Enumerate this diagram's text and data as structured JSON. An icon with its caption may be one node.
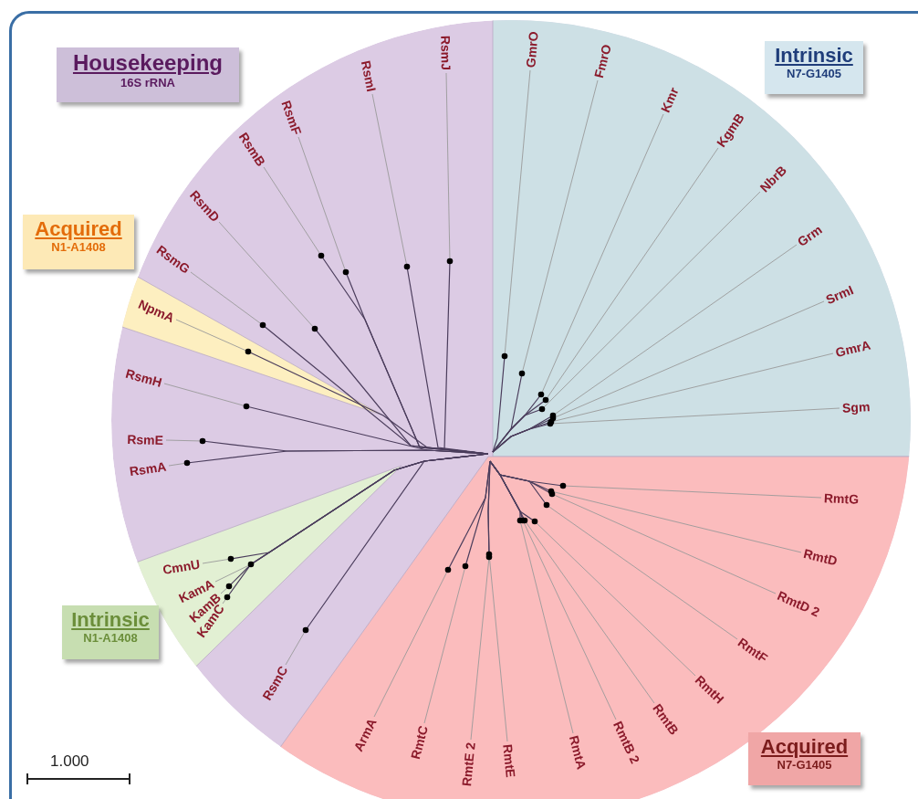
{
  "diagram": {
    "nodes": [
      {
        "text": [
          "Housekeeping",
          "16S rRNA"
        ]
      },
      {
        "text": [
          "Acquired",
          "N1-A1408"
        ]
      },
      {
        "text": [
          "Intrinsic",
          "N7-G1405"
        ]
      },
      {
        "text": [
          "Intrinsic",
          "N1-A1408"
        ]
      },
      {
        "text": [
          "Acquired",
          "N7-G1405"
        ]
      }
    ],
    "labels": [
      "GmrO",
      "FmrO",
      "Kmr",
      "KgmB",
      "NbrB",
      "Grm",
      "SrmI",
      "GmrA",
      "Sgm",
      "RmtG",
      "RmtD",
      "RmtD 2",
      "RmtF",
      "RmtH",
      "RmtB",
      "RmtB 2",
      "RmtA",
      "RmtE",
      "RmtE 2",
      "RmtC",
      "ArmA",
      "RsmC",
      "KamC",
      "KamB",
      "KamA",
      "CmnU",
      "RsmA",
      "RsmE",
      "RsmH",
      "NpmA",
      "RsmG",
      "RsmD",
      "RsmB",
      "RsmF",
      "RsmI",
      "RsmJ",
      "1.000"
    ]
  }
}
